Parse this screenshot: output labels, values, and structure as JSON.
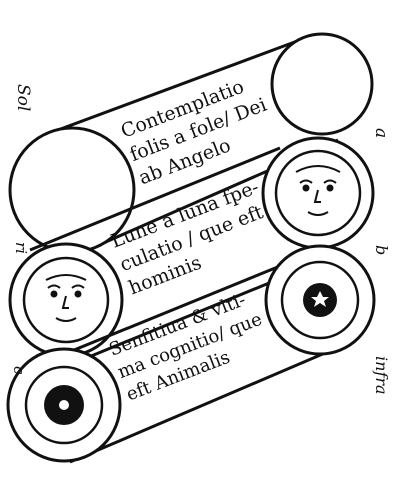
{
  "bands": [
    {
      "lines": [
        "Contemplatio",
        "folis a fole/ Dei",
        "ab Angelo"
      ]
    },
    {
      "lines": [
        "Lune a luna fpe-",
        "culatio / que eft",
        "hominis"
      ]
    },
    {
      "lines": [
        "Senfitiua & vlti-",
        "ma cognitio/ que",
        "eft Animalis"
      ]
    }
  ],
  "side_labels": {
    "top_left": "Sol",
    "top_right": "a",
    "middle_left": "ri",
    "middle_right": "b",
    "bottom_left": "c",
    "bottom_right": "infra"
  },
  "colors": {
    "ink": "#111111",
    "paper": "#ffffff"
  }
}
